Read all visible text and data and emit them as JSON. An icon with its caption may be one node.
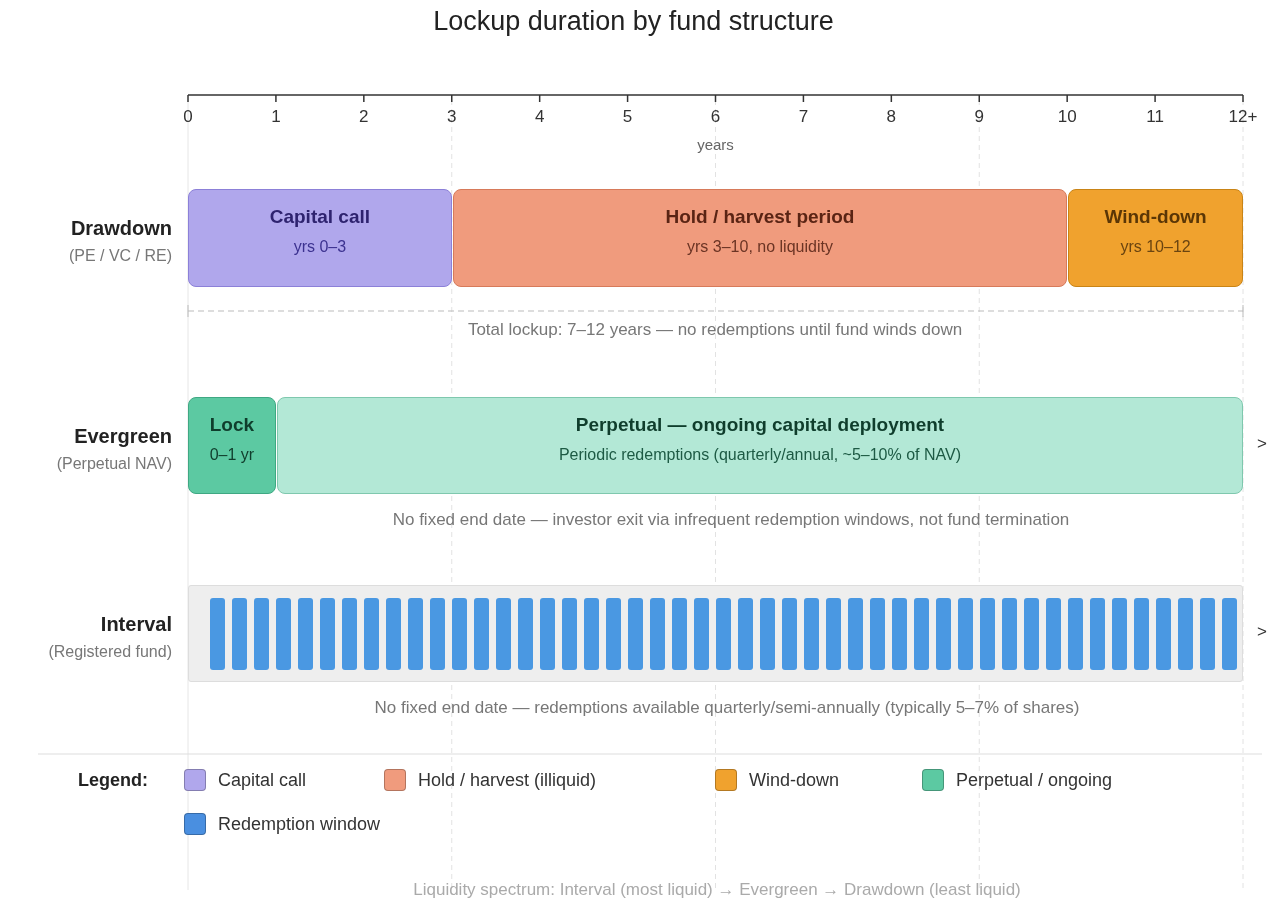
{
  "diagram": {
    "title": "Lockup duration by fund structure",
    "nodes": [
      {
        "text": [
          "Capital call",
          "yrs 0–3"
        ]
      },
      {
        "text": [
          "Hold / harvest period",
          "yrs 3–10, no liquidity"
        ]
      },
      {
        "text": [
          "Wind-down",
          "yrs 10–12"
        ]
      },
      {
        "text": [
          "Lock",
          "0–1 yr"
        ]
      },
      {
        "text": [
          "Perpetual — ongoing capital deployment",
          "Periodic redemptions (quarterly/annual, ~5–10% of NAV)"
        ]
      },
      {
        "text": [],
        "shape": "bar"
      },
      {
        "text": [],
        "shape": "bar",
        "in": 5
      },
      {
        "text": [],
        "shape": "bar",
        "in": 5
      },
      {
        "text": [],
        "shape": "bar",
        "in": 5
      },
      {
        "text": [],
        "shape": "bar",
        "in": 5
      },
      {
        "text": [],
        "shape": "bar",
        "in": 5
      },
      {
        "text": [],
        "shape": "bar",
        "in": 5
      },
      {
        "text": [],
        "shape": "bar",
        "in": 5
      },
      {
        "text": [],
        "shape": "bar",
        "in": 5
      },
      {
        "text": [],
        "shape": "bar",
        "in": 5
      },
      {
        "text": [],
        "shape": "bar",
        "in": 5
      },
      {
        "text": [],
        "shape": "bar",
        "in": 5
      },
      {
        "text": [],
        "shape": "bar",
        "in": 5
      },
      {
        "text": [],
        "shape": "bar",
        "in": 5
      },
      {
        "text": [],
        "shape": "bar",
        "in": 5
      },
      {
        "text": [],
        "shape": "bar",
        "in": 5
      },
      {
        "text": [],
        "shape": "bar",
        "in": 5
      },
      {
        "text": [],
        "shape": "bar",
        "in": 5
      },
      {
        "text": [],
        "shape": "bar",
        "in": 5
      },
      {
        "text": [],
        "shape": "bar",
        "in": 5
      },
      {
        "text": [],
        "shape": "bar",
        "in": 5
      },
      {
        "text": [],
        "shape": "bar",
        "in": 5
      },
      {
        "text": [],
        "shape": "bar",
        "in": 5
      },
      {
        "text": [],
        "shape": "bar",
        "in": 5
      },
      {
        "text": [],
        "shape": "bar",
        "in": 5
      },
      {
        "text": [],
        "shape": "bar",
        "in": 5
      },
      {
        "text": [],
        "shape": "bar",
        "in": 5
      },
      {
        "text": [],
        "shape": "bar",
        "in": 5
      },
      {
        "text": [],
        "shape": "bar",
        "in": 5
      },
      {
        "text": [],
        "shape": "bar",
        "in": 5
      },
      {
        "text": [],
        "shape": "bar",
        "in": 5
      },
      {
        "text": [],
        "shape": "bar",
        "in": 5
      },
      {
        "text": [],
        "shape": "bar",
        "in": 5
      },
      {
        "text": [],
        "shape": "bar",
        "in": 5
      },
      {
        "text": [],
        "shape": "bar",
        "in": 5
      },
      {
        "text": [],
        "shape": "bar",
        "in": 5
      },
      {
        "text": [],
        "shape": "bar",
        "in": 5
      },
      {
        "text": [],
        "shape": "bar",
        "in": 5
      },
      {
        "text": [],
        "shape": "bar",
        "in": 5
      },
      {
        "text": [],
        "shape": "bar",
        "in": 5
      },
      {
        "text": [],
        "shape": "bar",
        "in": 5
      },
      {
        "text": [],
        "shape": "bar",
        "in": 5
      },
      {
        "text": [],
        "shape": "bar",
        "in": 5
      },
      {
        "text": [],
        "shape": "bar",
        "in": 5
      },
      {
        "text": [],
        "shape": "bar",
        "in": 5
      },
      {
        "text": [],
        "shape": "bar",
        "in": 5
      },
      {
        "text": [],
        "shape": "bar",
        "in": 5
      },
      {
        "text": [],
        "shape": "bar",
        "in": 5
      }
    ],
    "labels": [
      "0",
      "1",
      "2",
      "3",
      "4",
      "5",
      "6",
      "7",
      "8",
      "9",
      "10",
      "11",
      "12+",
      "years",
      "Drawdown",
      "(PE / VC / RE)",
      "Total lockup: 7–12 years — no redemptions until fund winds down",
      "Evergreen",
      "(Perpetual NAV)",
      ">",
      "No fixed end date — investor exit via infrequent redemption windows, not fund termination",
      "Interval",
      "(Registered fund)",
      ">",
      "No fixed end date — redemptions available quarterly/semi-annually (typically 5–7% of shares)",
      "Legend:",
      "Liquidity spectrum: Interval (most liquid) → Evergreen → Drawdown (least liquid)"
    ],
    "legend": [
      {
        "text": "Capital call",
        "color": "#b0a7ec"
      },
      {
        "text": "Hold / harvest (illiquid)",
        "color": "#f09b7d"
      },
      {
        "text": "Wind-down",
        "color": "#f0a22e"
      },
      {
        "text": "Perpetual / ongoing",
        "color": "#5cc9a2"
      },
      {
        "text": "Redemption window",
        "color": "#4a8fe0"
      }
    ]
  }
}
